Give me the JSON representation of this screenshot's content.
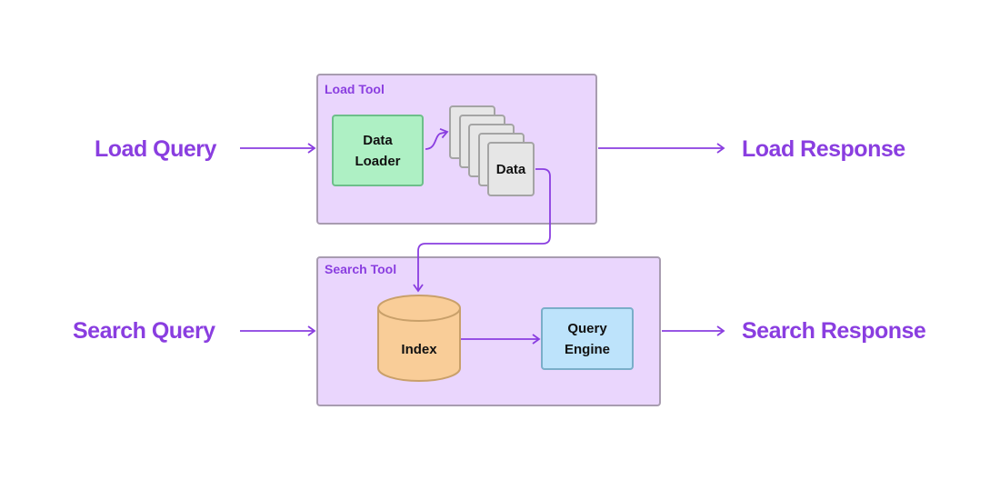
{
  "colors": {
    "accent": "#8a3ee0",
    "tool_bg": "#ead6fd",
    "loader_bg": "#aef0c4",
    "index_bg": "#f9cd98",
    "engine_bg": "#bde3fb",
    "card_bg": "#e6e6e6"
  },
  "inputs": {
    "load_query": "Load Query",
    "search_query": "Search Query"
  },
  "outputs": {
    "load_response": "Load Response",
    "search_response": "Search Response"
  },
  "load_tool": {
    "title": "Load Tool",
    "data_loader": [
      "Data",
      "Loader"
    ],
    "data_cards_label": "Data",
    "card_count": 5
  },
  "search_tool": {
    "title": "Search Tool",
    "index": "Index",
    "query_engine": [
      "Query",
      "Engine"
    ]
  }
}
